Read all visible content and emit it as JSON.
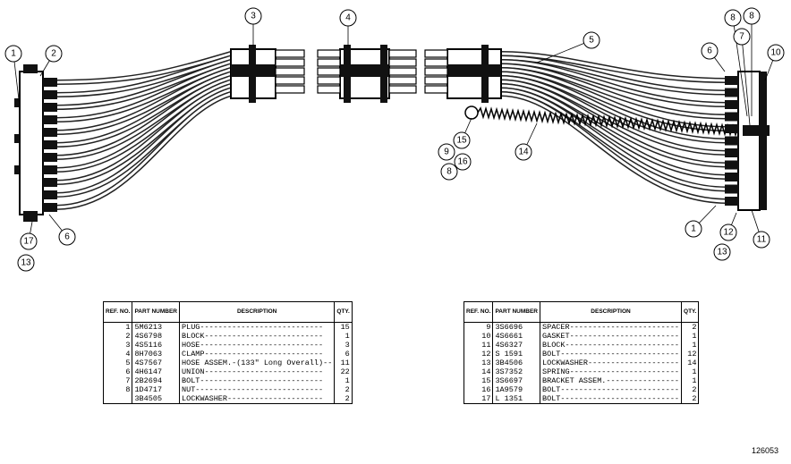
{
  "callouts": [
    {
      "id": "c1a",
      "label": "1"
    },
    {
      "id": "c2",
      "label": "2"
    },
    {
      "id": "c3",
      "label": "3"
    },
    {
      "id": "c4",
      "label": "4"
    },
    {
      "id": "c5",
      "label": "5"
    },
    {
      "id": "c6a",
      "label": "6"
    },
    {
      "id": "c6b",
      "label": "6"
    },
    {
      "id": "c8a",
      "label": "8"
    },
    {
      "id": "c8b",
      "label": "8"
    },
    {
      "id": "c7",
      "label": "7"
    },
    {
      "id": "c10",
      "label": "10"
    },
    {
      "id": "c15",
      "label": "15"
    },
    {
      "id": "c9",
      "label": "9"
    },
    {
      "id": "c16",
      "label": "16"
    },
    {
      "id": "c8c",
      "label": "8"
    },
    {
      "id": "c14",
      "label": "14"
    },
    {
      "id": "c1b",
      "label": "1"
    },
    {
      "id": "c12",
      "label": "12"
    },
    {
      "id": "c11",
      "label": "11"
    },
    {
      "id": "c13a",
      "label": "13"
    },
    {
      "id": "c17",
      "label": "17"
    },
    {
      "id": "c13b",
      "label": "13"
    }
  ],
  "table_headers": {
    "ref_no": "REF. NO.",
    "part_number": "PART NUMBER",
    "description": "DESCRIPTION",
    "qty": "QTY."
  },
  "parts_left": [
    {
      "no": "1",
      "pn": "5M6213",
      "desc": "PLUG---------------------------",
      "qty": "15"
    },
    {
      "no": "2",
      "pn": "4S6798",
      "desc": "BLOCK--------------------------",
      "qty": "1"
    },
    {
      "no": "3",
      "pn": "4S5116",
      "desc": "HOSE---------------------------",
      "qty": "3"
    },
    {
      "no": "4",
      "pn": "8H7063",
      "desc": "CLAMP--------------------------",
      "qty": "6"
    },
    {
      "no": "5",
      "pn": "4S7567",
      "desc": "HOSE ASSEM.-(133\" Long Overall)--",
      "qty": "11"
    },
    {
      "no": "6",
      "pn": "4H6147",
      "desc": "UNION--------------------------",
      "qty": "22"
    },
    {
      "no": "7",
      "pn": "2B2694",
      "desc": "BOLT---------------------------",
      "qty": "1"
    },
    {
      "no": "8",
      "pn": "1D4717",
      "desc": "NUT----------------------------",
      "qty": "2"
    },
    {
      "no": "",
      "pn": "3B4505",
      "desc": "LOCKWASHER---------------------",
      "qty": "2"
    }
  ],
  "parts_right": [
    {
      "no": "9",
      "pn": "3S6696",
      "desc": "SPACER------------------------",
      "qty": "2"
    },
    {
      "no": "10",
      "pn": "4S6661",
      "desc": "GASKET------------------------",
      "qty": "1"
    },
    {
      "no": "11",
      "pn": "4S6327",
      "desc": "BLOCK-------------------------",
      "qty": "1"
    },
    {
      "no": "12",
      "pn": "S 1591",
      "desc": "BOLT--------------------------",
      "qty": "12"
    },
    {
      "no": "13",
      "pn": "3B4506",
      "desc": "LOCKWASHER--------------------",
      "qty": "14"
    },
    {
      "no": "14",
      "pn": "3S7352",
      "desc": "SPRING------------------------",
      "qty": "1"
    },
    {
      "no": "15",
      "pn": "3S6697",
      "desc": "BRACKET ASSEM.----------------",
      "qty": "1"
    },
    {
      "no": "16",
      "pn": "1A9579",
      "desc": "BOLT--------------------------",
      "qty": "2"
    },
    {
      "no": "17",
      "pn": "L 1351",
      "desc": "BOLT--------------------------",
      "qty": "2"
    }
  ],
  "figure_number": "126053"
}
